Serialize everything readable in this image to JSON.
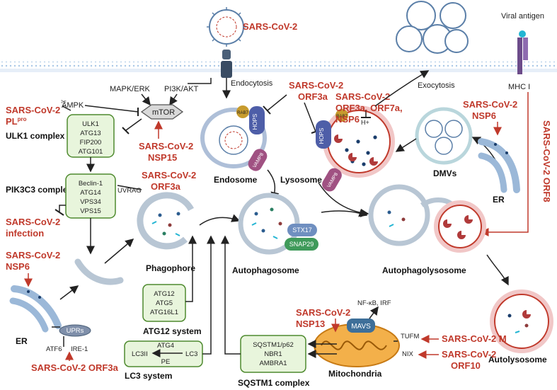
{
  "virus": {
    "label": "SARS-CoV-2"
  },
  "viral_antigen": {
    "label": "Viral antigen",
    "mhc": "MHC I"
  },
  "pathways": {
    "mapk": "MAPK/ERK",
    "pi3k": "PI3K/AKT",
    "ampk": "AMPK",
    "mtor": "mTOR",
    "endocytosis": "Endocytosis",
    "exocytosis": "Exocytosis"
  },
  "plpro": {
    "label": "SARS-CoV-2",
    "sub": "PL",
    "sup": "pro"
  },
  "ulk1": {
    "title": "ULK1 complex",
    "items": [
      "ULK1",
      "ATG13",
      "FIP200",
      "ATG101"
    ]
  },
  "pik3c3": {
    "title": "PIK3C3 complex",
    "items": [
      "Beclin-1",
      "ATG14",
      "VPS34",
      "VPS15"
    ],
    "uvrag": "UVRAG"
  },
  "atg12": {
    "title": "ATG12 system",
    "items": [
      "ATG12",
      "ATG5",
      "ATG16L1"
    ]
  },
  "lc3": {
    "title": "LC3 system",
    "lc3ii": "LC3II",
    "atg4": "ATG4",
    "lc3": "LC3",
    "pe": "PE"
  },
  "sqstm1": {
    "title": "SQSTM1 complex",
    "items": [
      "SQSTM1/p62",
      "NBR1",
      "AMBRA1"
    ]
  },
  "red_labels": {
    "nsp15_a": "SARS-CoV-2",
    "nsp15_b": "NSP15",
    "orf3a_top_a": "SARS-CoV-2",
    "orf3a_top_b": "ORF3a",
    "orf37_a": "SARS-CoV-2",
    "orf37_b": "ORF3a, ORF7a,",
    "orf37_c": "NSP6",
    "nsp6_right_a": "SARS-CoV-2",
    "nsp6_right_b": "NSP6",
    "orf8": "SARS-CoV-2 ORF8",
    "orf3a_mid_a": "SARS-CoV-2",
    "orf3a_mid_b": "ORF3a",
    "infection_a": "SARS-CoV-2",
    "infection_b": "infection",
    "nsp6_left_a": "SARS-CoV-2",
    "nsp6_left_b": "NSP6",
    "orf3a_bottom": "SARS-CoV-2 ORF3a",
    "nsp13_a": "SARS-CoV-2",
    "nsp13_b": "NSP13",
    "m": "SARS-CoV-2 M",
    "orf10_a": "SARS-CoV-2",
    "orf10_b": "ORF10"
  },
  "structures": {
    "endosome": "Endosome",
    "lysosome": "Lysosome",
    "dmvs": "DMVs",
    "er_right": "ER",
    "er_left": "ER",
    "phagophore": "Phagophore",
    "autophagosome": "Autophagosome",
    "autophagolysosome": "Autophagolysosome",
    "autolysosome": "Autolysosome",
    "mitochondria": "Mitochondria"
  },
  "proteins": {
    "rab7_a": "RAB7",
    "hops_a": "HOPS",
    "vamp8_a": "VAMP8",
    "rab7_b": "RAB7",
    "hops_b": "HOPS",
    "vamp8_b": "VAMP8",
    "hplus": "H+",
    "stx17": "STX17",
    "snap29": "SNAP29",
    "mavs": "MAVS",
    "uprs": "UPRs"
  },
  "er_stress": {
    "atf6": "ATF6",
    "ire1": "IRE-1"
  },
  "mito": {
    "nfkb": "NF-κB, IRF",
    "tufm": "TUFM",
    "nix": "NIX"
  }
}
